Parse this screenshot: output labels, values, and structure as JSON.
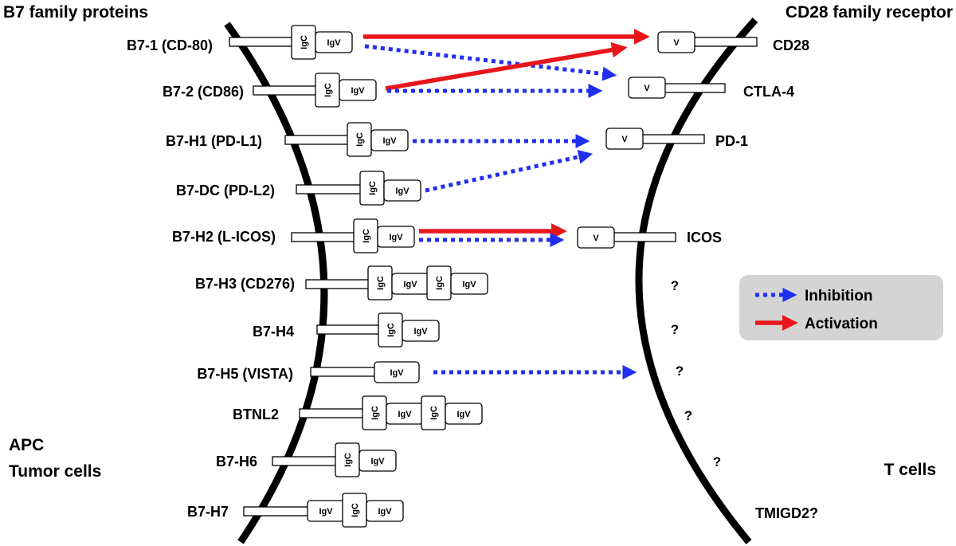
{
  "titles": {
    "left": "B7 family proteins",
    "right": "CD28 family receptor"
  },
  "sides": {
    "left_line1": "APC",
    "left_line2": "Tumor cells",
    "right": "T cells"
  },
  "domain_labels": {
    "igc": "IgC",
    "igv": "IgV",
    "v": "V"
  },
  "ligands": [
    {
      "label": "B7-1 (CD-80)",
      "domains": [
        "IgC",
        "IgV"
      ]
    },
    {
      "label": "B7-2 (CD86)",
      "domains": [
        "IgC",
        "IgV"
      ]
    },
    {
      "label": "B7-H1 (PD-L1)",
      "domains": [
        "IgC",
        "IgV"
      ]
    },
    {
      "label": "B7-DC (PD-L2)",
      "domains": [
        "IgC",
        "IgV"
      ]
    },
    {
      "label": "B7-H2 (L-ICOS)",
      "domains": [
        "IgC",
        "IgV"
      ]
    },
    {
      "label": "B7-H3 (CD276)",
      "domains": [
        "IgC",
        "IgV",
        "IgC",
        "IgV"
      ]
    },
    {
      "label": "B7-H4",
      "domains": [
        "IgC",
        "IgV"
      ]
    },
    {
      "label": "B7-H5 (VISTA)",
      "domains": [
        "IgV"
      ]
    },
    {
      "label": "BTNL2",
      "domains": [
        "IgC",
        "IgV",
        "IgC",
        "IgV"
      ]
    },
    {
      "label": "B7-H6",
      "domains": [
        "IgC",
        "IgV"
      ]
    },
    {
      "label": "B7-H7",
      "domains": [
        "IgV",
        "IgC",
        "IgV"
      ]
    }
  ],
  "receptors": [
    {
      "label": "CD28",
      "domain": "V"
    },
    {
      "label": "CTLA-4",
      "domain": "V"
    },
    {
      "label": "PD-1",
      "domain": "V"
    },
    {
      "label": "ICOS",
      "domain": "V"
    }
  ],
  "unknown_receptors": [
    "?",
    "?",
    "?",
    "?",
    "?"
  ],
  "tmigd2_label": "TMIGD2?",
  "interactions": [
    {
      "from": "B7-1 (CD-80)",
      "to": "CD28",
      "type": "Activation"
    },
    {
      "from": "B7-1 (CD-80)",
      "to": "CTLA-4",
      "type": "Inhibition"
    },
    {
      "from": "B7-2 (CD86)",
      "to": "CD28",
      "type": "Activation"
    },
    {
      "from": "B7-2 (CD86)",
      "to": "CTLA-4",
      "type": "Inhibition"
    },
    {
      "from": "B7-H1 (PD-L1)",
      "to": "PD-1",
      "type": "Inhibition"
    },
    {
      "from": "B7-DC (PD-L2)",
      "to": "PD-1",
      "type": "Inhibition"
    },
    {
      "from": "B7-H2 (L-ICOS)",
      "to": "ICOS",
      "type": "Activation"
    },
    {
      "from": "B7-H2 (L-ICOS)",
      "to": "ICOS",
      "type": "Inhibition"
    },
    {
      "from": "B7-H5 (VISTA)",
      "to": "?",
      "type": "Inhibition"
    }
  ],
  "legend": {
    "inhibition": "Inhibition",
    "activation": "Activation"
  },
  "colors": {
    "activation": "#e8161b",
    "inhibition": "#1f2ff0",
    "membrane": "#000000",
    "legend_bg": "#d4d4d4"
  }
}
